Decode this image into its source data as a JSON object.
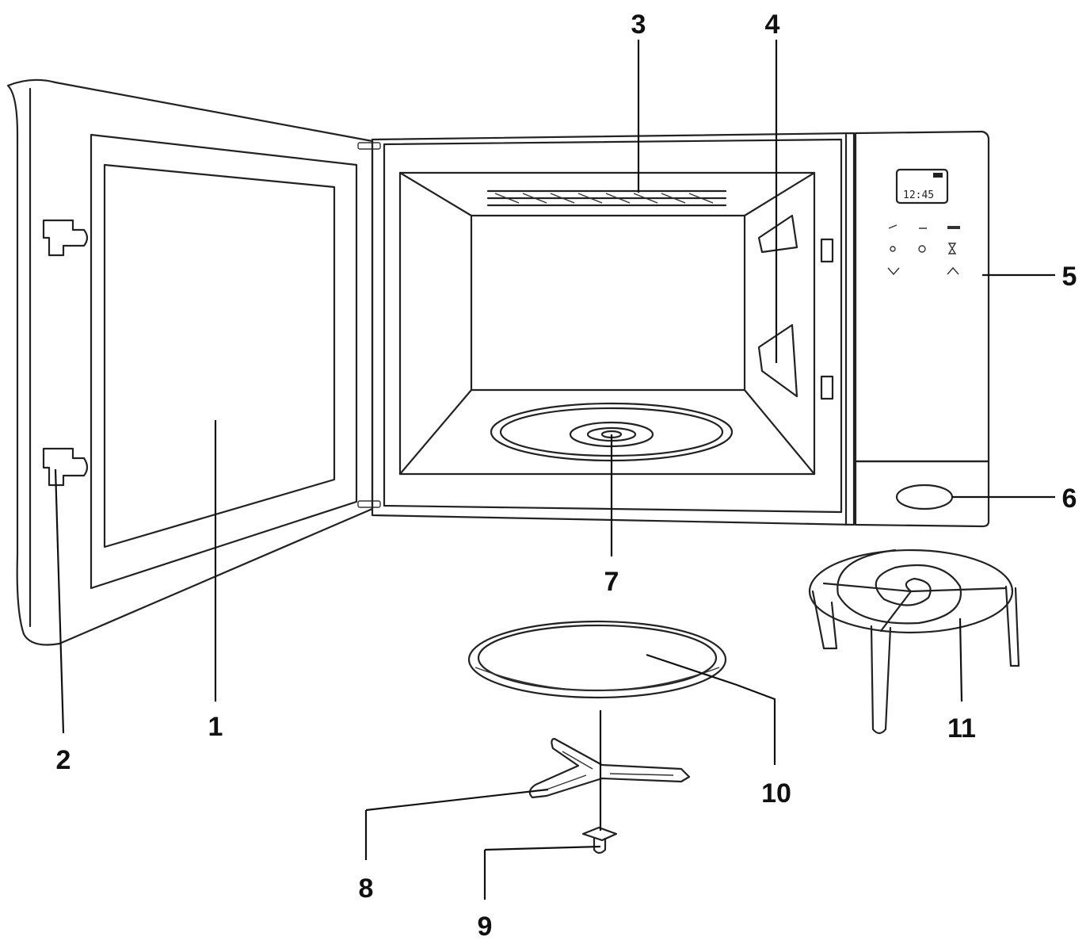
{
  "display": {
    "time": "12:45"
  },
  "callouts": [
    {
      "id": "1",
      "text": "1"
    },
    {
      "id": "2",
      "text": "2"
    },
    {
      "id": "3",
      "text": "3"
    },
    {
      "id": "4",
      "text": "4"
    },
    {
      "id": "5",
      "text": "5"
    },
    {
      "id": "6",
      "text": "6"
    },
    {
      "id": "7",
      "text": "7"
    },
    {
      "id": "8",
      "text": "8"
    },
    {
      "id": "9",
      "text": "9"
    },
    {
      "id": "10",
      "text": "10"
    },
    {
      "id": "11",
      "text": "11"
    }
  ]
}
